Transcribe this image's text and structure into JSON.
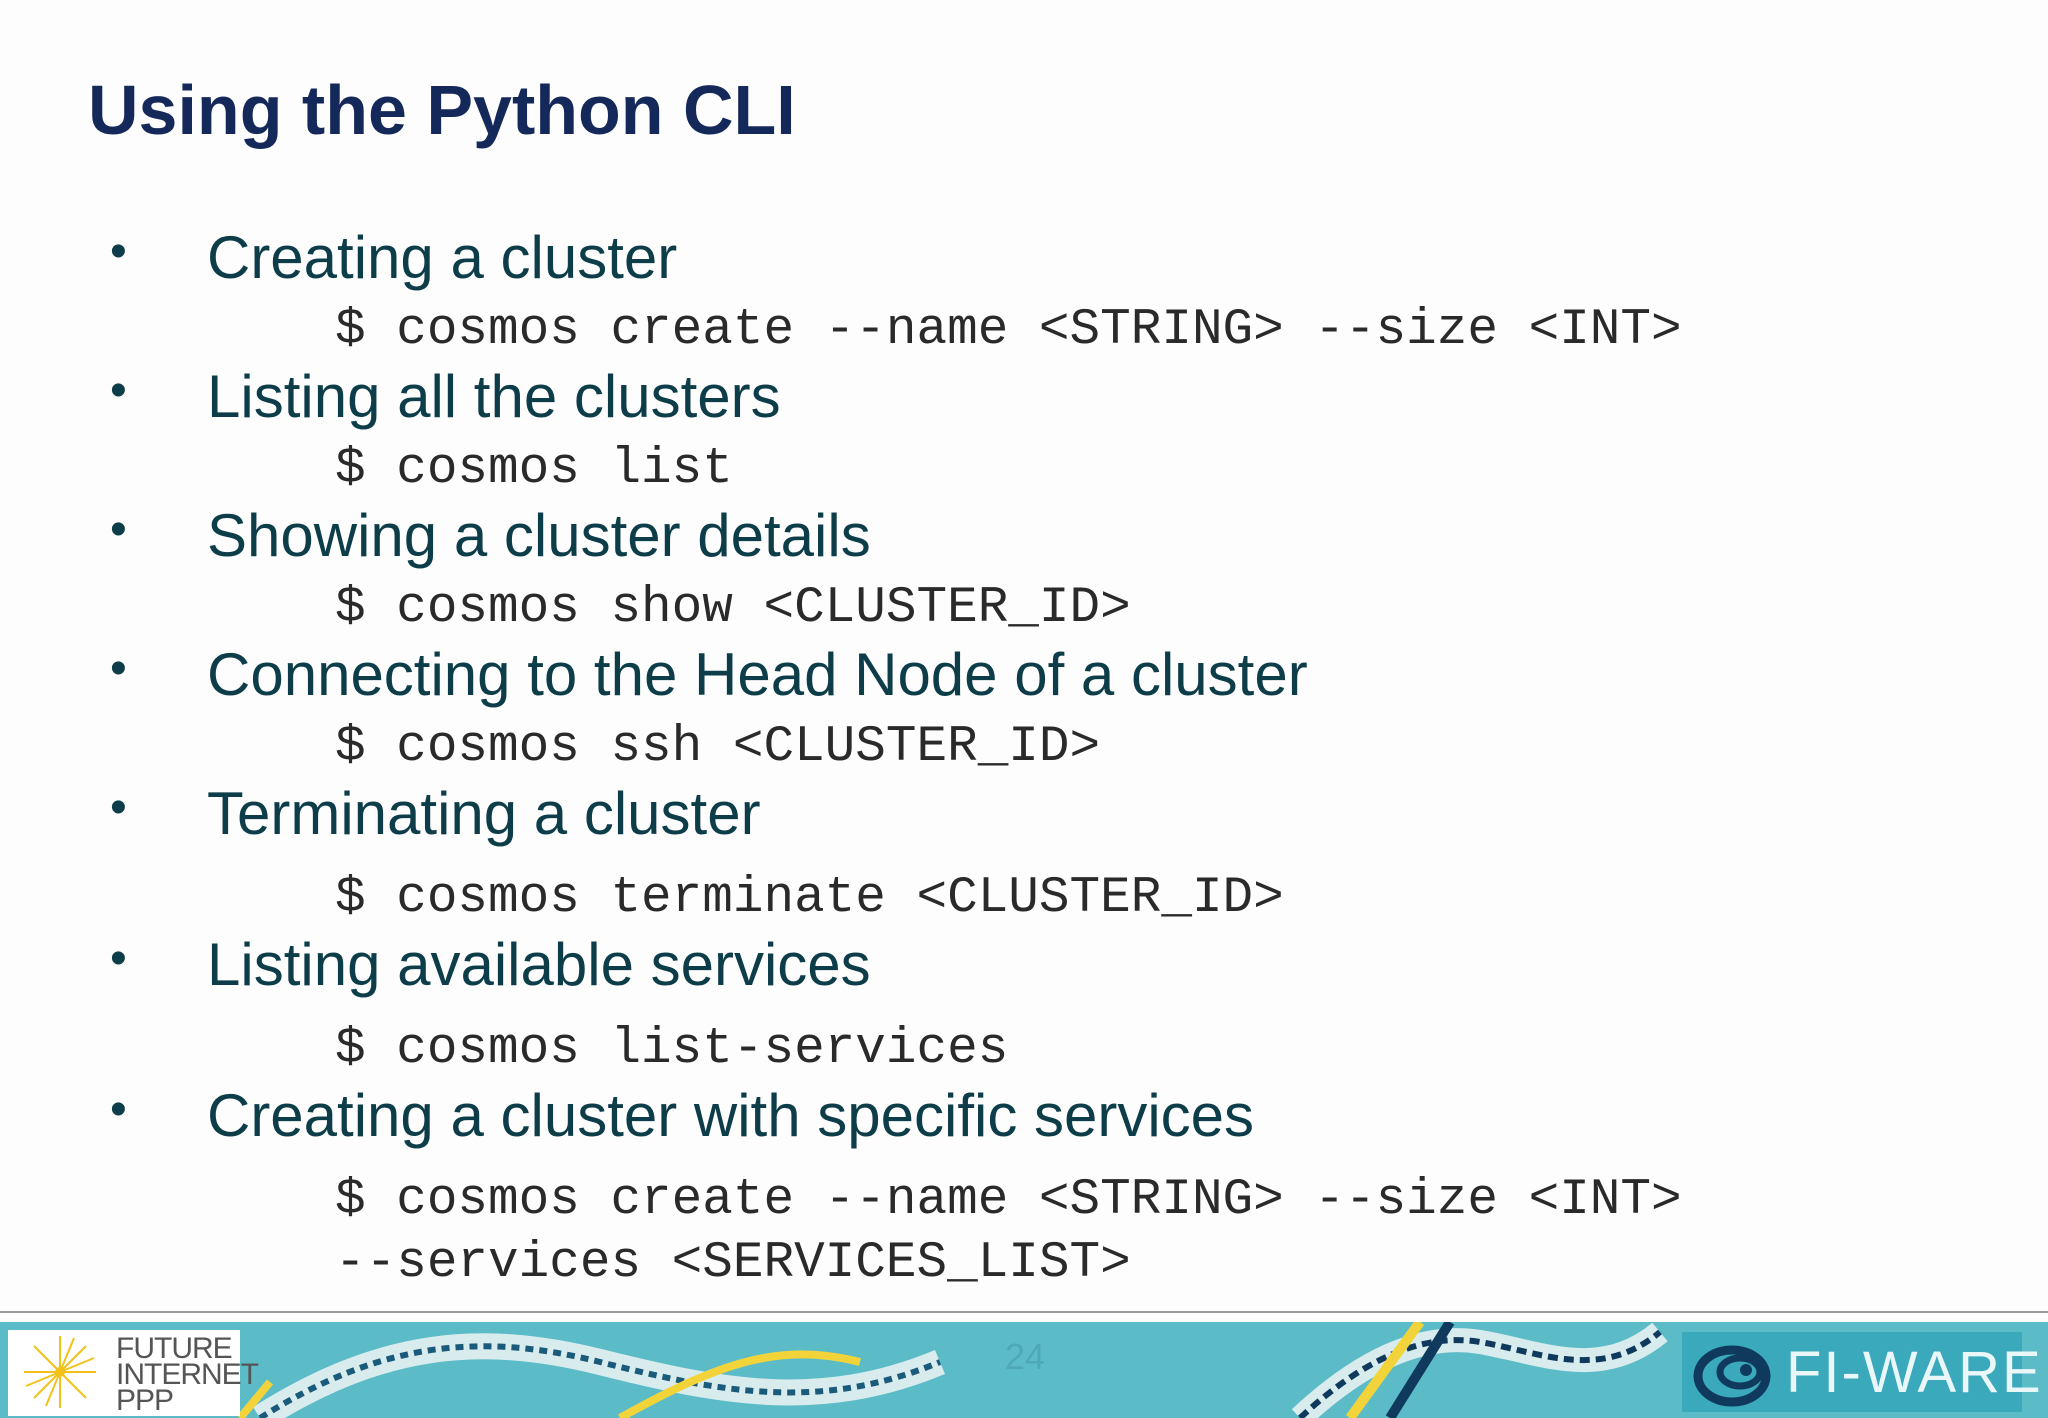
{
  "slide": {
    "title": "Using the Python CLI",
    "bullet_glyph": "•",
    "items": [
      {
        "label": "Creating a cluster",
        "commands": [
          "$ cosmos create --name <STRING> --size <INT>"
        ]
      },
      {
        "label": "Listing all the clusters",
        "commands": [
          "$ cosmos list"
        ]
      },
      {
        "label": "Showing a cluster details",
        "commands": [
          "$ cosmos show <CLUSTER_ID>"
        ]
      },
      {
        "label": "Connecting to the Head Node of a cluster",
        "commands": [
          "$ cosmos ssh <CLUSTER_ID>"
        ]
      },
      {
        "label": "Terminating a cluster",
        "commands": [
          "$ cosmos terminate <CLUSTER_ID>"
        ]
      },
      {
        "label": "Listing available services",
        "commands": [
          "$ cosmos list-services"
        ]
      },
      {
        "label": "Creating a cluster with specific services",
        "commands": [
          "$ cosmos create --name <STRING> --size <INT>",
          "--services <SERVICES_LIST>"
        ]
      }
    ]
  },
  "footer": {
    "page_number": "24",
    "left_logo": {
      "icon": "starburst-icon",
      "lines": [
        "FUTURE",
        "INTERNET",
        "PPP"
      ]
    },
    "right_logo": {
      "icon": "fiware-swirl-icon",
      "text": "FI-WARE"
    }
  },
  "colors": {
    "title": "#14295a",
    "body_text": "#0e3d4a",
    "code_text": "#2a2a2a",
    "footer_bg": "#5bbcc8",
    "ribbon_dark": "#0f3a5e",
    "ribbon_yellow": "#f2d43a"
  }
}
